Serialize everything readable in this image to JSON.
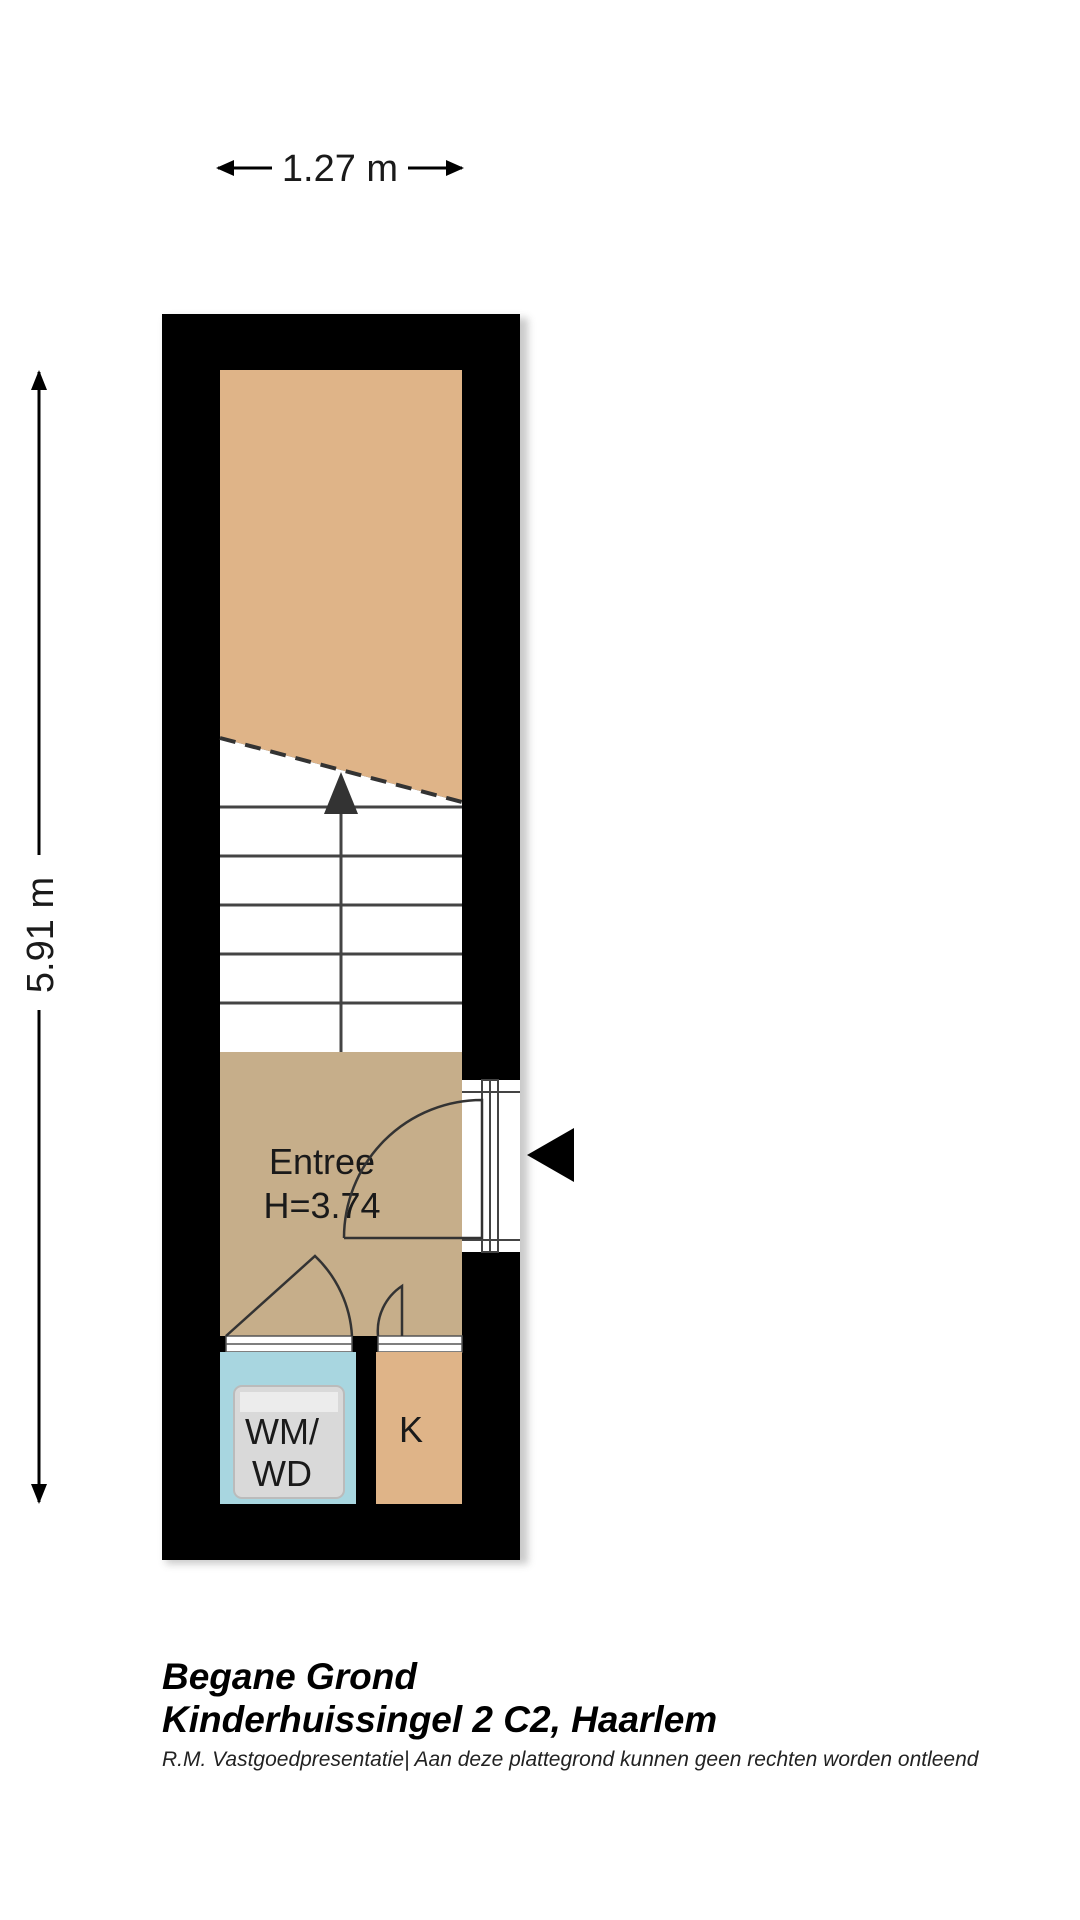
{
  "dimensions": {
    "width_label": "1.27 m",
    "height_label": "5.91 m"
  },
  "rooms": {
    "entree_name": "Entree",
    "entree_height": "H=3.74",
    "wm_line1": "WM/",
    "wm_line2": "WD",
    "k_label": "K"
  },
  "footer": {
    "floor_name": "Begane Grond",
    "address": "Kinderhuissingel 2 C2,  Haarlem",
    "disclaimer": "R.M. Vastgoedpresentatie| Aan deze plattegrond kunnen geen rechten worden ontleend"
  },
  "colors": {
    "wall": "#000000",
    "storage": "#dfb488",
    "entree": "#c6ae8a",
    "laundry": "#a8d6e0",
    "k_room": "#dfb488",
    "stairs": "#ffffff"
  }
}
